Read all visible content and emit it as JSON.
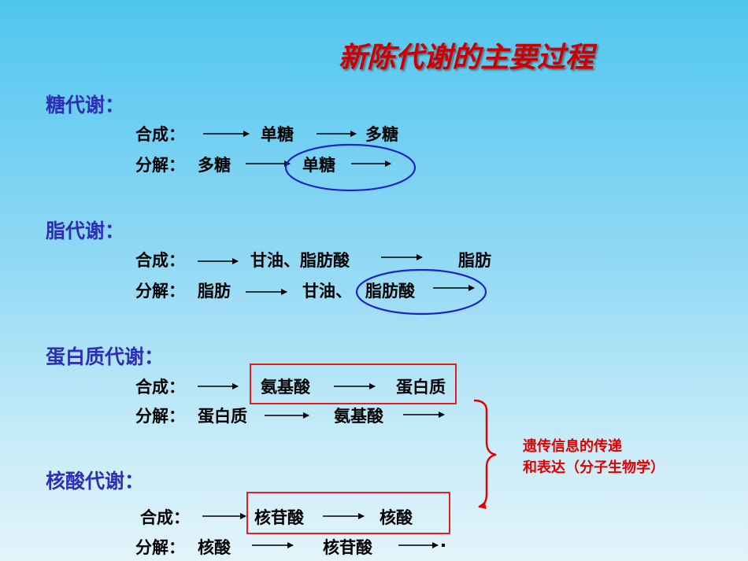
{
  "title": "新陈代谢的主要过程",
  "colors": {
    "title": "#cc0000",
    "heading": "#2f2fb6",
    "text": "#000000",
    "ellipse": "#1c24c9",
    "box": "#e02020",
    "note": "#e00000"
  },
  "sections": [
    {
      "heading": "糖代谢：",
      "synthesis": {
        "label": "合成：",
        "a": "单糖",
        "b": "多糖"
      },
      "breakdown": {
        "label": "分解：",
        "a": "多糖",
        "b": "单糖"
      }
    },
    {
      "heading": "脂代谢：",
      "synthesis": {
        "label": "合成：",
        "a": "甘油、脂肪酸",
        "b": "脂肪"
      },
      "breakdown": {
        "label": "分解：",
        "a": "脂肪",
        "b1": "甘油、",
        "b2": "脂肪酸"
      }
    },
    {
      "heading": "蛋白质代谢：",
      "synthesis": {
        "label": "合成：",
        "a": "氨基酸",
        "b": "蛋白质"
      },
      "breakdown": {
        "label": "分解：",
        "a": "蛋白质",
        "b": "氨基酸"
      }
    },
    {
      "heading": "核酸代谢：",
      "synthesis": {
        "label": "合成：",
        "a": "核苷酸",
        "b": "核酸"
      },
      "breakdown": {
        "label": "分解：",
        "a": "核酸",
        "b": "核苷酸"
      }
    }
  ],
  "note": {
    "line1": "遗传信息的传递",
    "line2": "和表达（分子生物学）"
  }
}
